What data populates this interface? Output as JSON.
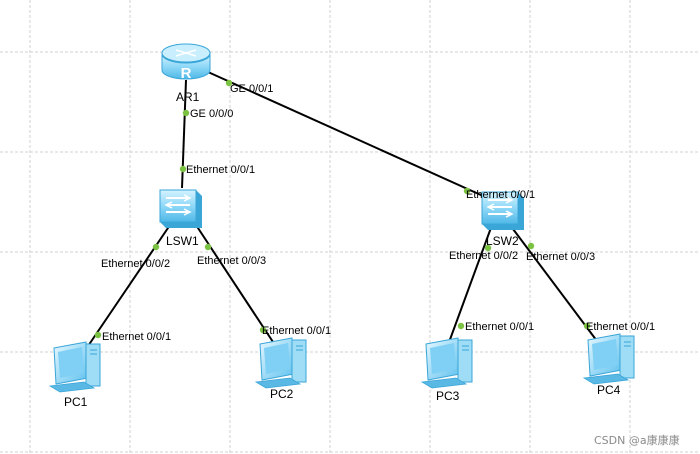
{
  "devices": {
    "ar1": {
      "label": "AR1",
      "icon": "router-icon",
      "glyph": "R"
    },
    "lsw1": {
      "label": "LSW1",
      "icon": "switch-icon"
    },
    "lsw2": {
      "label": "LSW2",
      "icon": "switch-icon"
    },
    "pc1": {
      "label": "PC1",
      "icon": "pc-icon"
    },
    "pc2": {
      "label": "PC2",
      "icon": "pc-icon"
    },
    "pc3": {
      "label": "PC3",
      "icon": "pc-icon"
    },
    "pc4": {
      "label": "PC4",
      "icon": "pc-icon"
    }
  },
  "links": [
    {
      "from": "AR1",
      "to": "LSW1",
      "from_port": "GE 0/0/0",
      "to_port": "Ethernet 0/0/1"
    },
    {
      "from": "AR1",
      "to": "LSW2",
      "from_port": "GE 0/0/1",
      "to_port": "Ethernet 0/0/1"
    },
    {
      "from": "LSW1",
      "to": "PC1",
      "from_port": "Ethernet 0/0/2",
      "to_port": "Ethernet 0/0/1"
    },
    {
      "from": "LSW1",
      "to": "PC2",
      "from_port": "Ethernet 0/0/3",
      "to_port": "Ethernet 0/0/1"
    },
    {
      "from": "LSW2",
      "to": "PC3",
      "from_port": "Ethernet 0/0/2",
      "to_port": "Ethernet 0/0/1"
    },
    {
      "from": "LSW2",
      "to": "PC4",
      "from_port": "Ethernet 0/0/3",
      "to_port": "Ethernet 0/0/1"
    }
  ],
  "watermark": "CSDN @a康康康",
  "colors": {
    "link": "#000000",
    "port_dot": "#7cc242",
    "device_fill": "#8fd8f8",
    "device_dark": "#3aa6d8",
    "grid": "#d2d2d2"
  }
}
